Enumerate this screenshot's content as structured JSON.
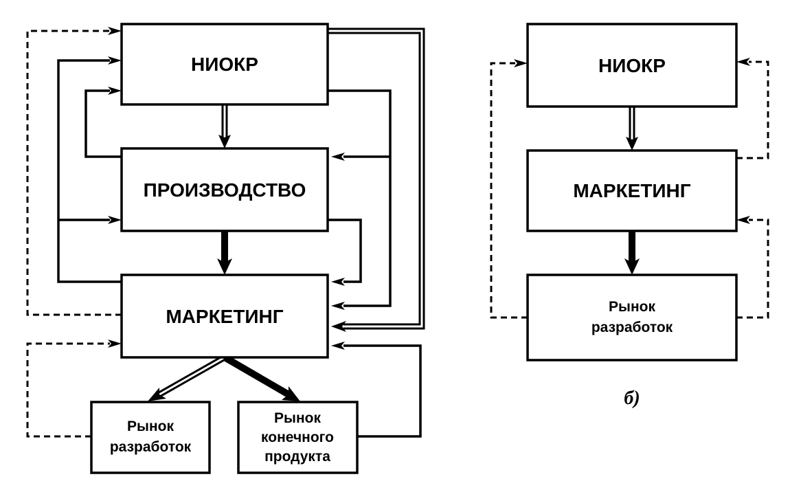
{
  "diagram_a": {
    "niokr": "НИОКР",
    "production": "ПРОИЗВОДСТВО",
    "marketing": "МАРКЕТИНГ",
    "market_dev_line1": "Рынок",
    "market_dev_line2": "разработок",
    "market_final_line1": "Рынок",
    "market_final_line2": "конечного",
    "market_final_line3": "продукта"
  },
  "diagram_b": {
    "niokr": "НИОКР",
    "marketing": "МАРКЕТИНГ",
    "market_dev_line1": "Рынок",
    "market_dev_line2": "разработок",
    "caption": "б)"
  }
}
